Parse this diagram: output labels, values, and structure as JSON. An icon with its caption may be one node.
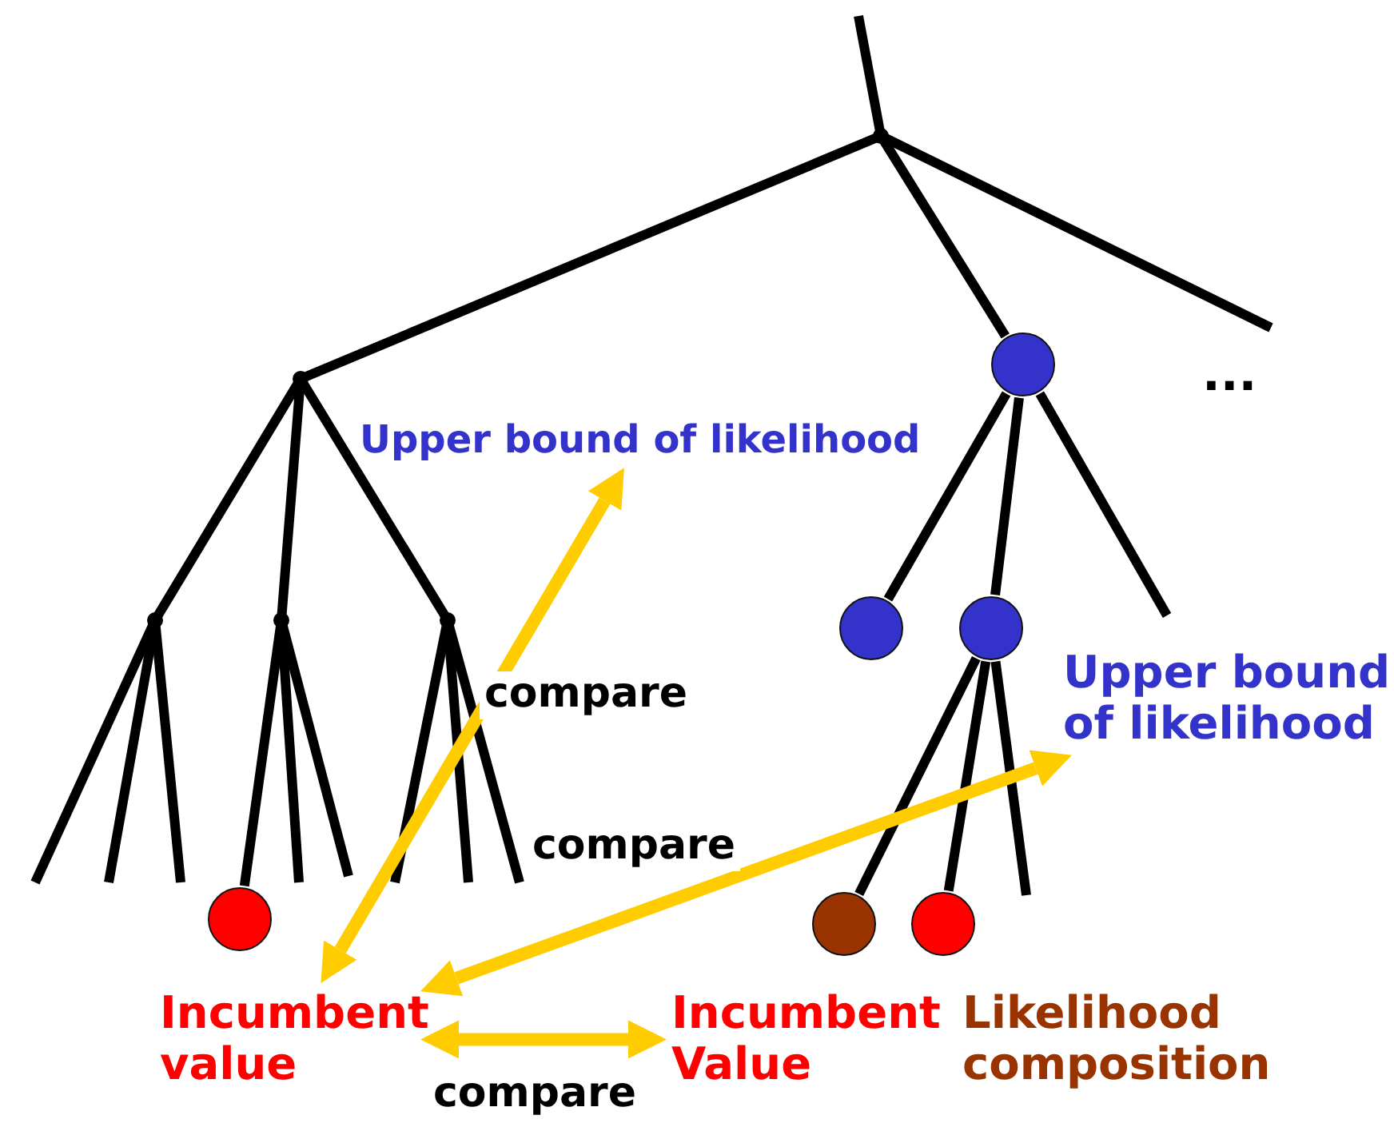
{
  "diagram": {
    "nodes": [
      {
        "text": [],
        "shape": "point"
      },
      {
        "text": [],
        "shape": "point"
      },
      {
        "text": [],
        "shape": "circle"
      },
      {
        "text": [],
        "shape": "point"
      },
      {
        "text": [],
        "shape": "point"
      },
      {
        "text": [],
        "shape": "point"
      },
      {
        "text": [],
        "shape": "circle"
      },
      {
        "text": [],
        "shape": "circle"
      },
      {
        "text": [],
        "shape": "circle"
      },
      {
        "text": [],
        "shape": "circle"
      },
      {
        "text": [],
        "shape": "circle"
      },
      {
        "text": [
          "Upper bound of likelihood"
        ]
      },
      {
        "text": [
          "Upper bound of likelihood"
        ]
      },
      {
        "text": [
          "Incumbent value"
        ]
      },
      {
        "text": [
          "Incumbent Value"
        ]
      },
      {
        "text": [
          "Likelihood composition"
        ]
      }
    ],
    "edges": [
      {
        "from": null,
        "to": 0,
        "arrow": "none"
      },
      {
        "from": 0,
        "to": 1,
        "arrow": "none"
      },
      {
        "from": 0,
        "to": 2,
        "arrow": "none"
      },
      {
        "from": 0,
        "to": null,
        "arrow": "none"
      },
      {
        "from": 1,
        "to": 3,
        "arrow": "none"
      },
      {
        "from": 1,
        "to": 4,
        "arrow": "none"
      },
      {
        "from": 1,
        "to": 5,
        "arrow": "none"
      },
      {
        "from": 3,
        "to": null,
        "arrow": "none"
      },
      {
        "from": 3,
        "to": null,
        "arrow": "none"
      },
      {
        "from": 3,
        "to": null,
        "arrow": "none"
      },
      {
        "from": 4,
        "to": 6,
        "arrow": "none"
      },
      {
        "from": 4,
        "to": null,
        "arrow": "none"
      },
      {
        "from": 4,
        "to": null,
        "arrow": "none"
      },
      {
        "from": 5,
        "to": null,
        "arrow": "none"
      },
      {
        "from": 5,
        "to": null,
        "arrow": "none"
      },
      {
        "from": 5,
        "to": null,
        "arrow": "none"
      },
      {
        "from": 2,
        "to": 7,
        "arrow": "none"
      },
      {
        "from": 2,
        "to": 8,
        "arrow": "none"
      },
      {
        "from": 2,
        "to": null,
        "arrow": "none"
      },
      {
        "from": 8,
        "to": 9,
        "arrow": "none"
      },
      {
        "from": 8,
        "to": 10,
        "arrow": "none"
      },
      {
        "from": 8,
        "to": null,
        "arrow": "none"
      },
      {
        "from": 13,
        "to": 11,
        "arrow": "both",
        "label": "compare",
        "color": "#ffcc00"
      },
      {
        "from": 13,
        "to": 12,
        "arrow": "both",
        "label": "compare",
        "color": "#ffcc00"
      },
      {
        "from": 13,
        "to": 14,
        "arrow": "both",
        "label": "compare",
        "color": "#ffcc00"
      }
    ],
    "labels": [
      "..."
    ]
  }
}
